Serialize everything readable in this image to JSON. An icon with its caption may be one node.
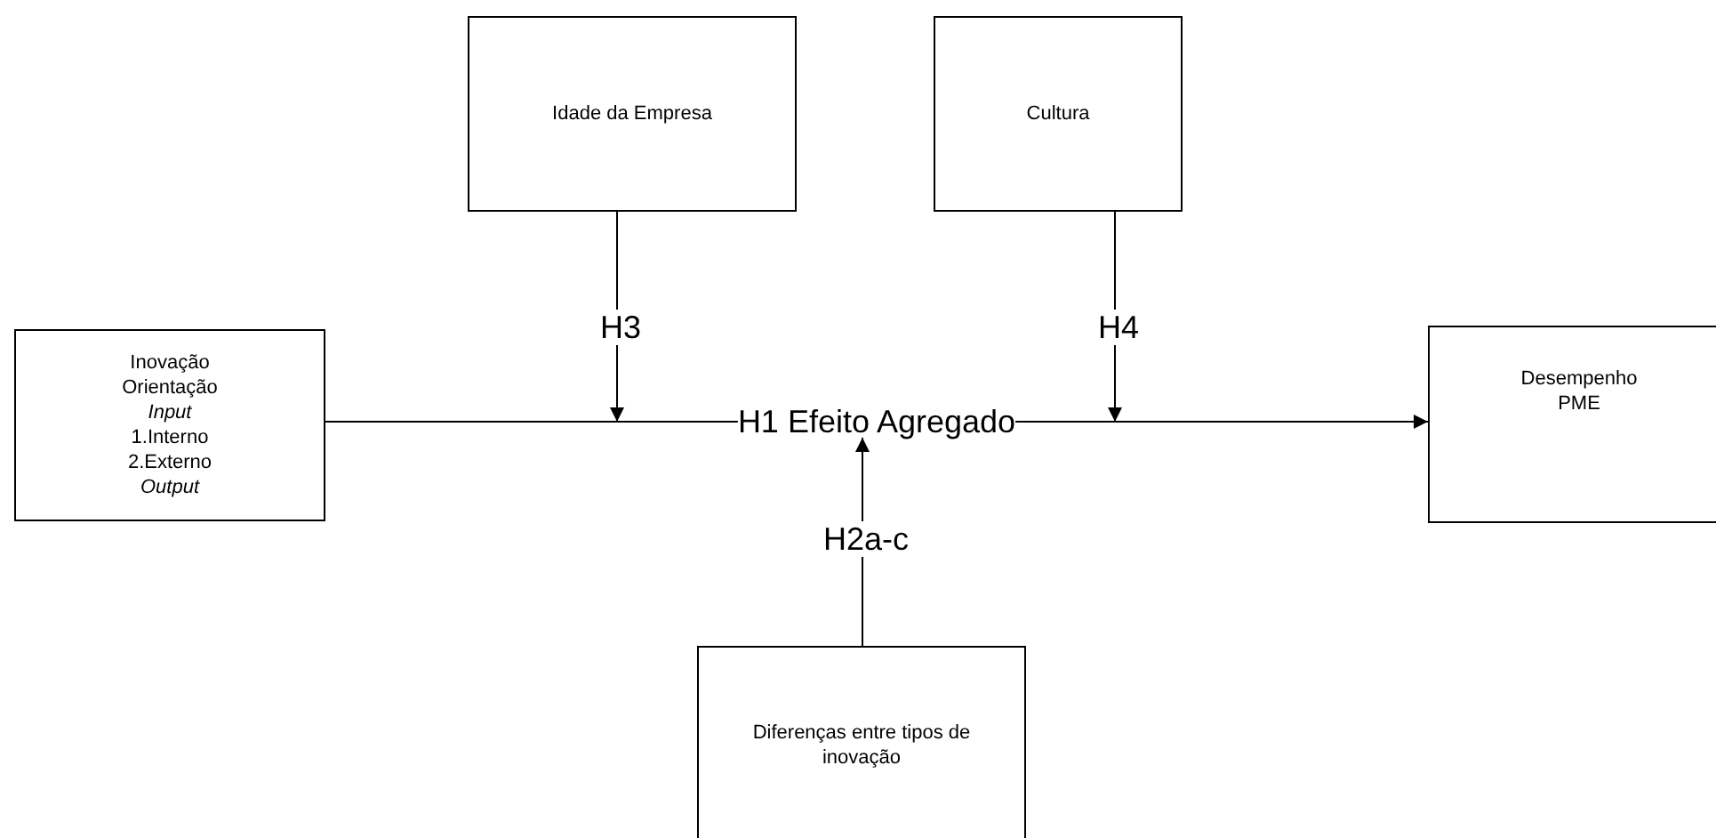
{
  "diagram": {
    "nodes": [
      {
        "text": [
          "Idade da Empresa"
        ]
      },
      {
        "text": [
          "Cultura"
        ]
      },
      {
        "text": [
          "Inovação Orientação *Input* 1.Interno 2.Externo *Output*"
        ]
      },
      {
        "text": [
          "Desempenho PME"
        ]
      },
      {
        "text": [
          "Diferenças entre tipos de inovação"
        ]
      },
      {
        "text": [
          "H1 Efeito Agregado"
        ]
      }
    ],
    "edges": [
      {
        "from": 2,
        "to": 5,
        "arrow": "none"
      },
      {
        "from": 5,
        "to": 3,
        "arrow": "to"
      },
      {
        "from": 0,
        "to": null,
        "arrow": "to",
        "label": "H3"
      },
      {
        "from": 1,
        "to": null,
        "arrow": "to",
        "label": "H4"
      },
      {
        "from": 4,
        "to": 5,
        "arrow": "to",
        "label": "H2a-c"
      }
    ]
  }
}
